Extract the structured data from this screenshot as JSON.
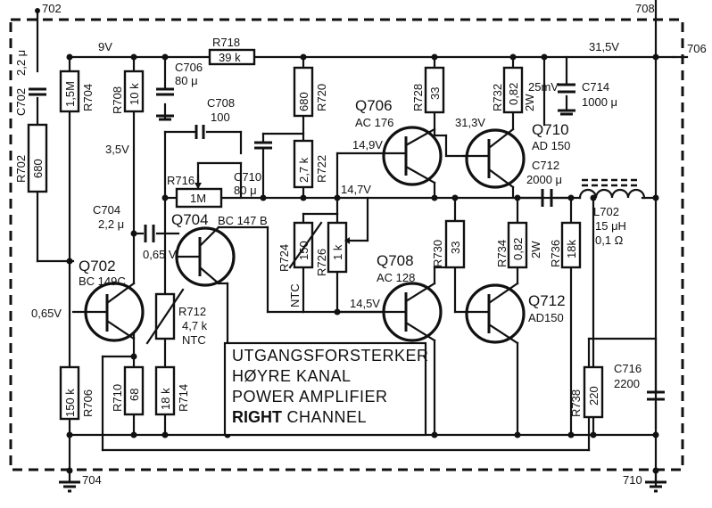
{
  "nodes": {
    "n702": "702",
    "n704": "704",
    "n706": "706",
    "n708": "708",
    "n710": "710"
  },
  "voltages": {
    "v9": "9V",
    "v31_5": "31,5V",
    "v3_5": "3,5V",
    "v0_65a": "0,65V",
    "v0_65b": "0,65 V",
    "v14_9": "14,9V",
    "v14_7": "14,7V",
    "v14_5": "14,5V",
    "v31_3": "31,3V",
    "v25mv": "25mV"
  },
  "resistors": {
    "r702": {
      "name": "R702",
      "value": "680"
    },
    "r704": {
      "name": "R704",
      "value": "1,5M"
    },
    "r706": {
      "name": "R706",
      "value": "150 k"
    },
    "r708": {
      "name": "R708",
      "value": "10 k"
    },
    "r710": {
      "name": "R710",
      "value": "68"
    },
    "r712": {
      "name": "R712",
      "value": "4,7 k",
      "type": "NTC"
    },
    "r714": {
      "name": "R714",
      "value": "18 k"
    },
    "r716": {
      "name": "R716",
      "value": "1M"
    },
    "r718": {
      "name": "R718",
      "value": "39 k"
    },
    "r720": {
      "name": "R720",
      "value": "680"
    },
    "r722": {
      "name": "R722",
      "value": "2,7 k"
    },
    "r724": {
      "name": "R724",
      "value": "150",
      "type": "NTC"
    },
    "r726": {
      "name": "R726",
      "value": "1 k"
    },
    "r728": {
      "name": "R728",
      "value": "33"
    },
    "r730": {
      "name": "R730",
      "value": "33"
    },
    "r732": {
      "name": "R732",
      "value": "0,82",
      "power": "2W"
    },
    "r734": {
      "name": "R734",
      "value": "0,82",
      "power": "2W"
    },
    "r736": {
      "name": "R736",
      "value": "18k"
    },
    "r738": {
      "name": "R738",
      "value": "220"
    }
  },
  "capacitors": {
    "c702": {
      "name": "C702",
      "value": "2,2 μ"
    },
    "c704": {
      "name": "C704",
      "value": "2,2 μ"
    },
    "c706": {
      "name": "C706",
      "value": "80 μ"
    },
    "c708": {
      "name": "C708",
      "value": "100"
    },
    "c710": {
      "name": "C710",
      "value": "80 μ"
    },
    "c712": {
      "name": "C712",
      "value": "2000 μ"
    },
    "c714": {
      "name": "C714",
      "value": "1000 μ"
    },
    "c716": {
      "name": "C716",
      "value": "2200"
    }
  },
  "inductor": {
    "name": "L702",
    "value1": "15 μH",
    "value2": "0,1 Ω"
  },
  "transistors": {
    "q702": {
      "name": "Q702",
      "type": "BC 149C"
    },
    "q704": {
      "name": "Q704",
      "type": "BC 147 B"
    },
    "q706": {
      "name": "Q706",
      "type": "AC 176"
    },
    "q708": {
      "name": "Q708",
      "type": "AC 128"
    },
    "q710": {
      "name": "Q710",
      "type": "AD 150"
    },
    "q712": {
      "name": "Q712",
      "type": "AD150"
    }
  },
  "caption": {
    "line1": "UTGANGSFORSTERKER",
    "line2": "HØYRE KANAL",
    "line3": "POWER AMPLIFIER",
    "line4a": "RIGHT",
    "line4b": " CHANNEL"
  }
}
